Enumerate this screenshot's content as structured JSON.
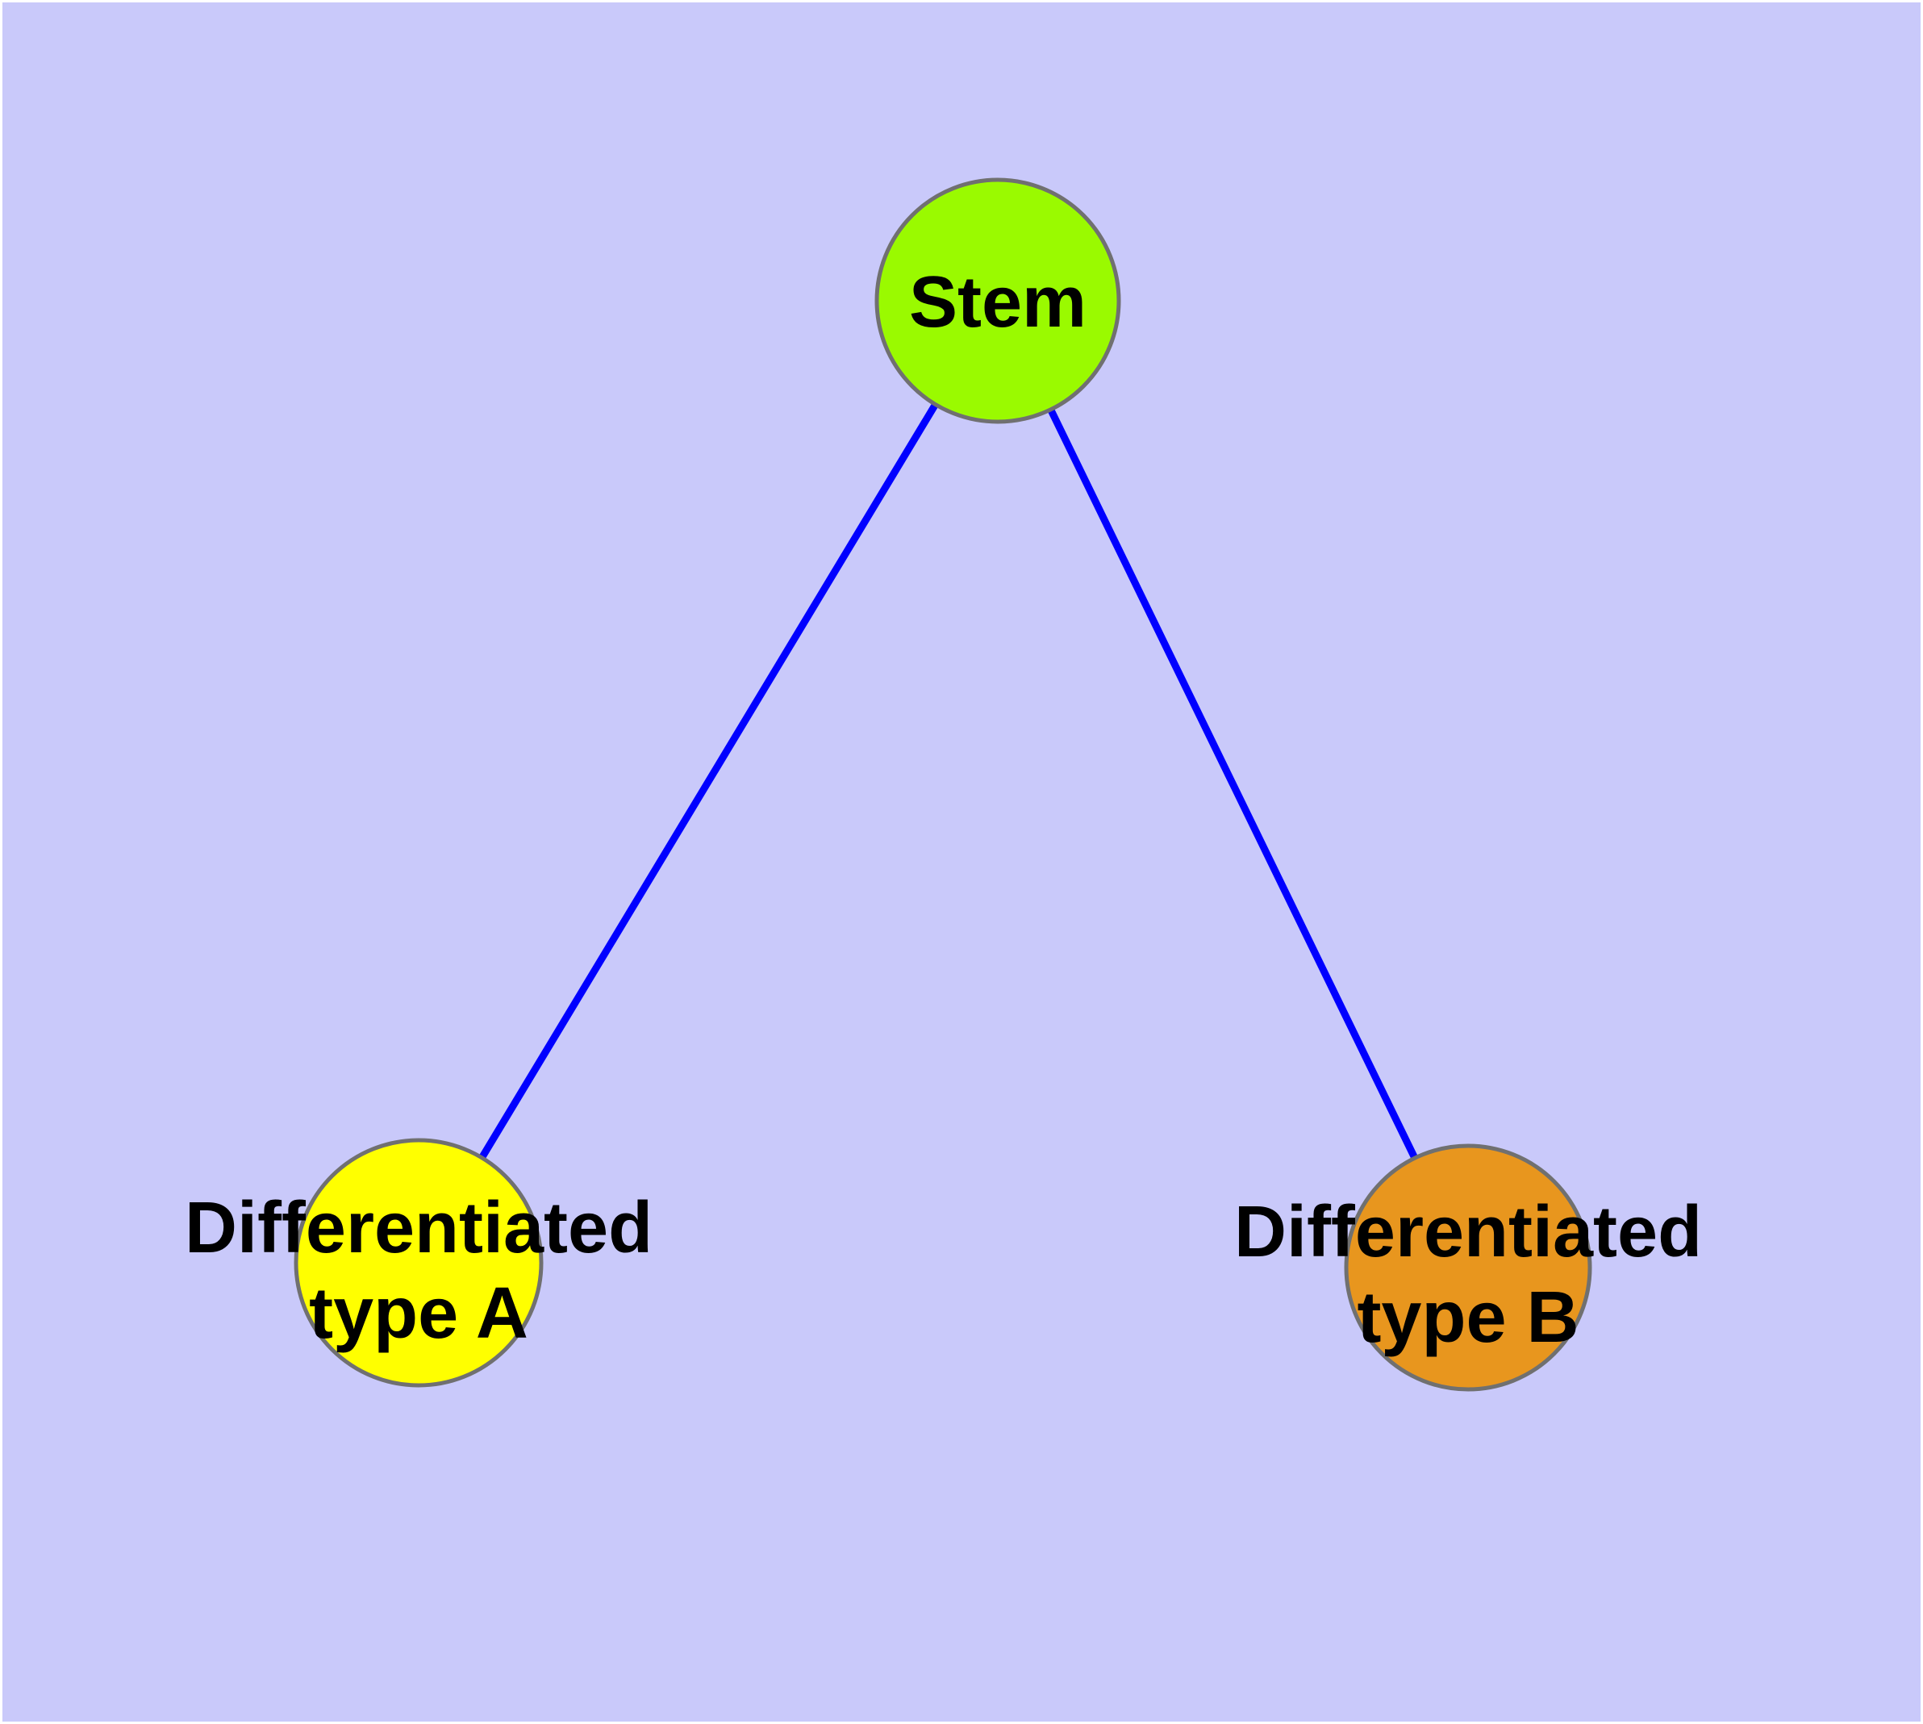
{
  "diagram": {
    "type": "node-link-graph",
    "background_color": "#c9c9fa",
    "edge_color": "#0000ff",
    "node_border_color": "#707070",
    "text_color": "#000000",
    "nodes": [
      {
        "id": "stem",
        "label": "Stem",
        "color": "#9afa00"
      },
      {
        "id": "type_a",
        "label": "Differentiated\ntype A",
        "color": "#ffff00"
      },
      {
        "id": "type_b",
        "label": "Differentiated\ntype B",
        "color": "#e8961e"
      }
    ],
    "edges": [
      {
        "from": "Stem",
        "to": "Differentiated type A"
      },
      {
        "from": "Stem",
        "to": "Differentiated type B"
      }
    ]
  }
}
